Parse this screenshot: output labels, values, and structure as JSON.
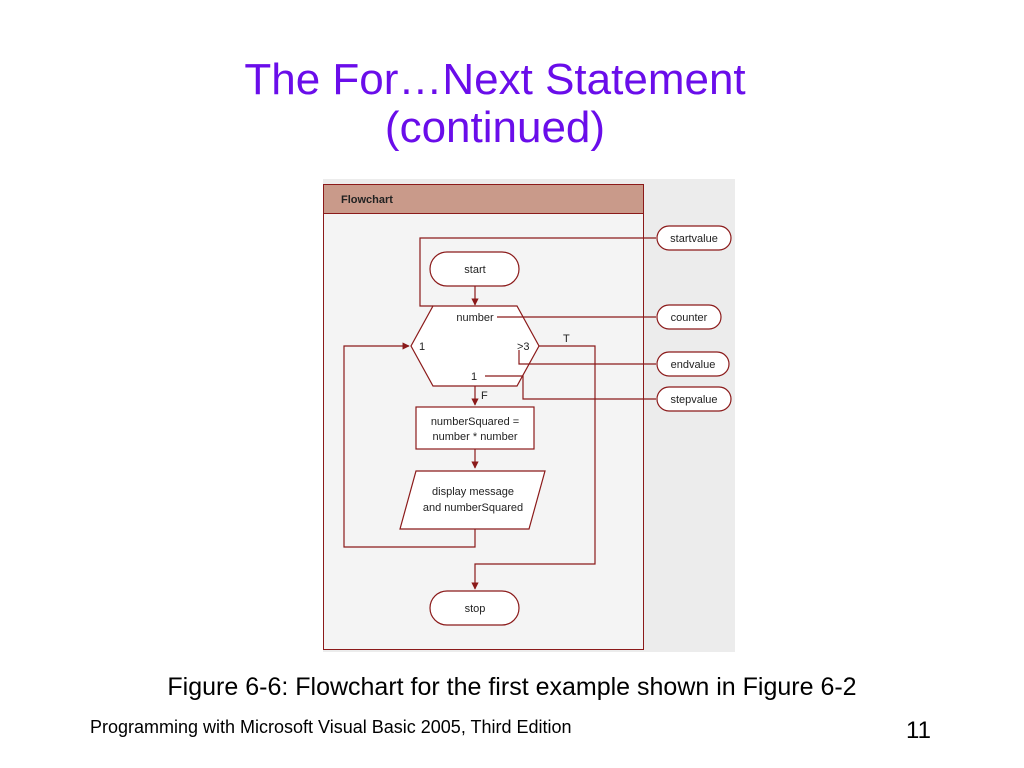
{
  "slide": {
    "title_line1": "The For…Next Statement",
    "title_line2": "(continued)",
    "caption": "Figure 6-6: Flowchart for the first example shown in Figure 6-2",
    "footer": "Programming with Microsoft Visual Basic 2005, Third Edition",
    "page_number": "11"
  },
  "flowchart": {
    "header": "Flowchart",
    "start": "start",
    "hexagon_top": "number",
    "hexagon_left": "1",
    "hexagon_right": ">3",
    "hexagon_bottom": "1",
    "true_label": "T",
    "false_label": "F",
    "process_line1": "numberSquared =",
    "process_line2": "number * number",
    "io_line1": "display message",
    "io_line2": "and numberSquared",
    "stop": "stop",
    "callouts": {
      "startvalue": "startvalue",
      "counter": "counter",
      "endvalue": "endvalue",
      "stepvalue": "stepvalue"
    }
  },
  "colors": {
    "title": "#6a0dea",
    "line": "#8b1a1a",
    "figure_header": "#c99a8a",
    "figure_background": "#ececec"
  }
}
